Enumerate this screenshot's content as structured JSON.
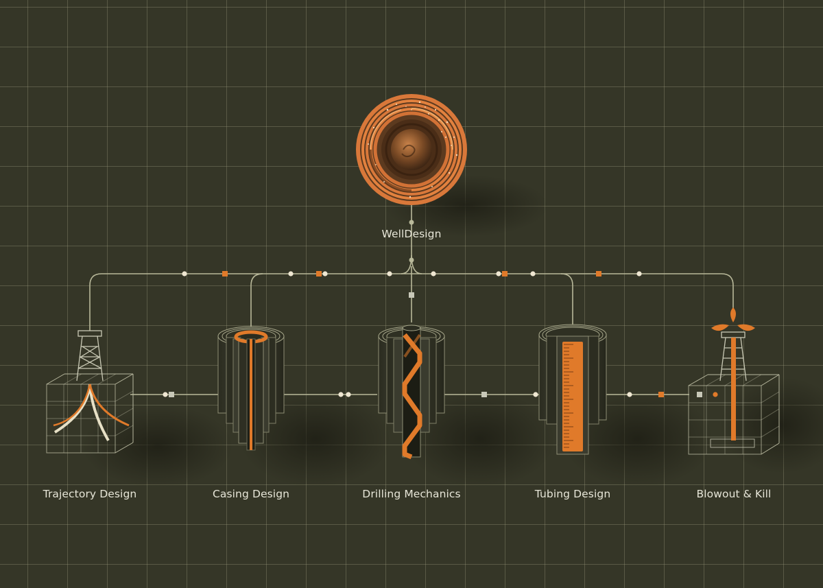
{
  "root": {
    "label": "WellDesign",
    "icon": "target-orb-icon"
  },
  "modules": [
    {
      "label": "Trajectory Design",
      "icon": "derrick-trajectory-cube-icon"
    },
    {
      "label": "Casing Design",
      "icon": "casing-cylinder-icon"
    },
    {
      "label": "Drilling Mechanics",
      "icon": "drill-spiral-cylinder-icon"
    },
    {
      "label": "Tubing Design",
      "icon": "tubing-scale-cylinder-icon"
    },
    {
      "label": "Blowout & Kill",
      "icon": "blowout-derrick-cube-icon"
    }
  ],
  "colors": {
    "background": "#353627",
    "grid": "#8f8f72",
    "line": "#b9b99a",
    "accent": "#e07a2a",
    "text": "#e7e6d8"
  }
}
